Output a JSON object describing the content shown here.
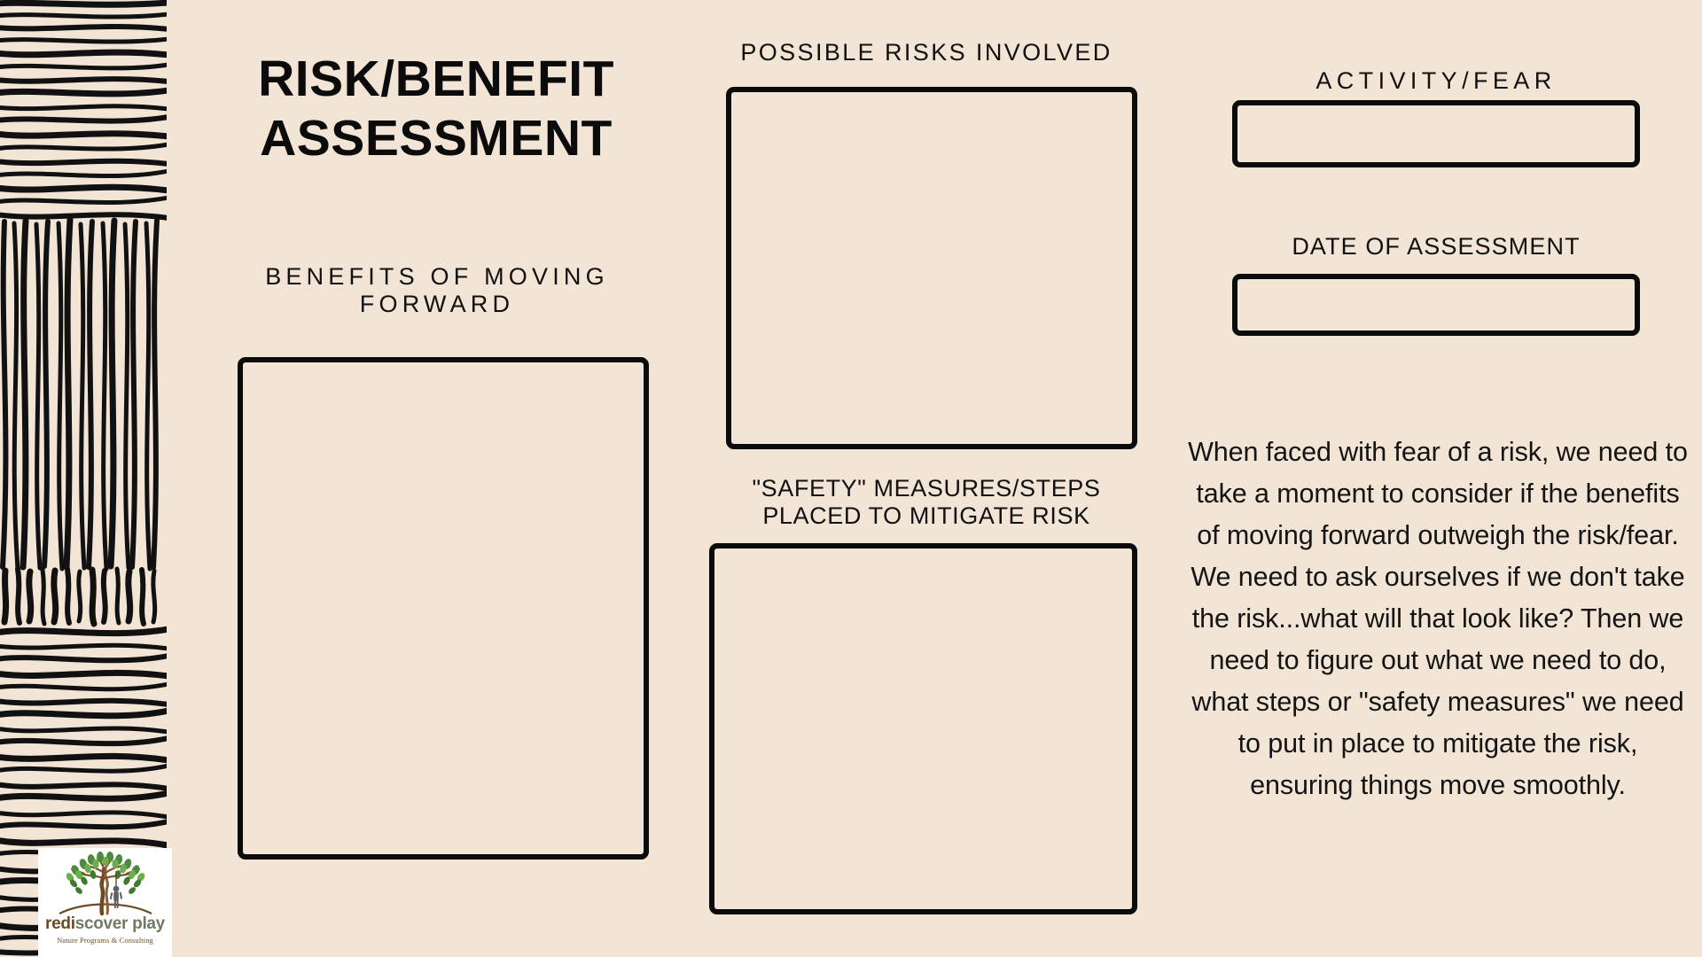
{
  "page": {
    "background_color": "#F2E5D6",
    "ink_color": "#0B0B0B",
    "title": "RISK/BENEFIT\nASSESSMENT"
  },
  "fields": {
    "benefits": {
      "label": "BENEFITS OF MOVING\nFORWARD",
      "value": ""
    },
    "risks": {
      "label": "POSSIBLE RISKS INVOLVED",
      "value": ""
    },
    "safety": {
      "label": "\"SAFETY\" MEASURES/STEPS\nPLACED TO MITIGATE RISK",
      "value": ""
    },
    "activity": {
      "label": "ACTIVITY/FEAR",
      "value": ""
    },
    "date": {
      "label": "DATE OF ASSESSMENT",
      "value": ""
    }
  },
  "instructions": {
    "body": "When faced with fear of a risk, we need to take a moment to consider if the benefits of moving forward outweigh the risk/fear. We need to ask ourselves if we don't take the risk...what will that look like? Then we need to figure out what we need to do, what steps or \"safety measures\" we need to put in place to mitigate the risk, ensuring things move smoothly."
  },
  "logo": {
    "wordmark_part1": "redi",
    "wordmark_part2": "scover play",
    "tagline": "Nature Programs & Consulting",
    "icon": "tree-with-rope-swing-icon",
    "brown": "#6E4A22",
    "green": "#4E8A3C",
    "sage": "#6F7A62"
  },
  "decoration": {
    "name": "hand-drawn-stripes-panel",
    "stripe_color": "#111111"
  }
}
